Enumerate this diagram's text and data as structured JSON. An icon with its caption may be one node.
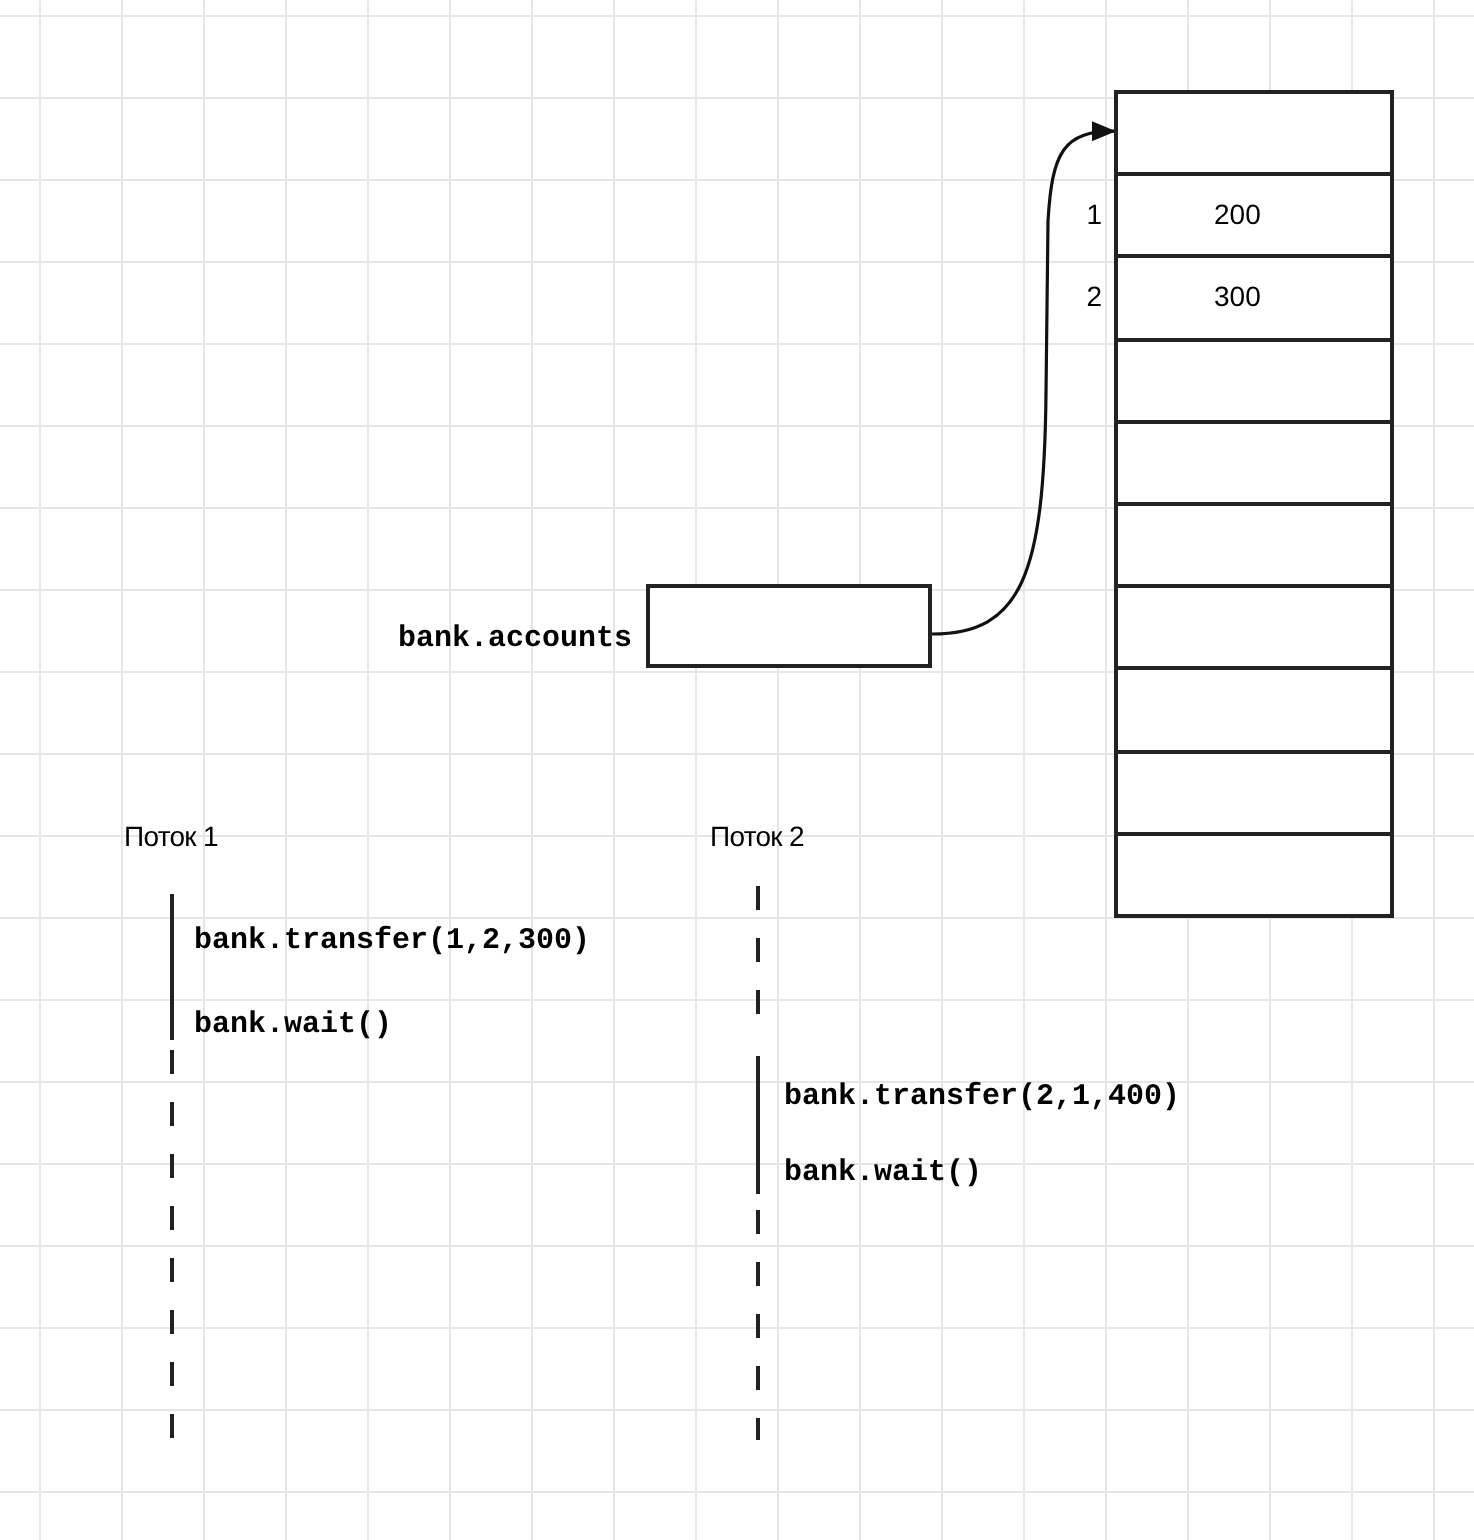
{
  "diagram": {
    "nodes": [
      {
        "text": [],
        "shape": "box"
      },
      {
        "text": [],
        "shape": "box",
        "in": 0
      },
      {
        "text": [
          "200"
        ],
        "in": 0,
        "beside": [
          "1"
        ]
      },
      {
        "text": [
          "300"
        ],
        "in": 0,
        "beside": [
          "2"
        ]
      },
      {
        "text": [],
        "shape": "box",
        "in": 0
      },
      {
        "text": [],
        "shape": "box",
        "in": 0
      },
      {
        "text": [],
        "shape": "box",
        "in": 0
      },
      {
        "text": [],
        "shape": "box",
        "in": 0
      },
      {
        "text": [],
        "shape": "box",
        "in": 0
      },
      {
        "text": [],
        "shape": "box",
        "in": 0
      },
      {
        "text": [],
        "shape": "box",
        "in": 0
      },
      {
        "text": [],
        "shape": "box",
        "beside": [
          "bank.accounts"
        ]
      }
    ],
    "edges": [
      {
        "from": 11,
        "to": 1,
        "arrow": "to"
      }
    ],
    "labels": [
      "Поток 1",
      "Поток 2",
      "bank.transfer(1,2,300)",
      "bank.wait()",
      "bank.transfer(2,1,400)",
      "bank.wait()"
    ]
  }
}
